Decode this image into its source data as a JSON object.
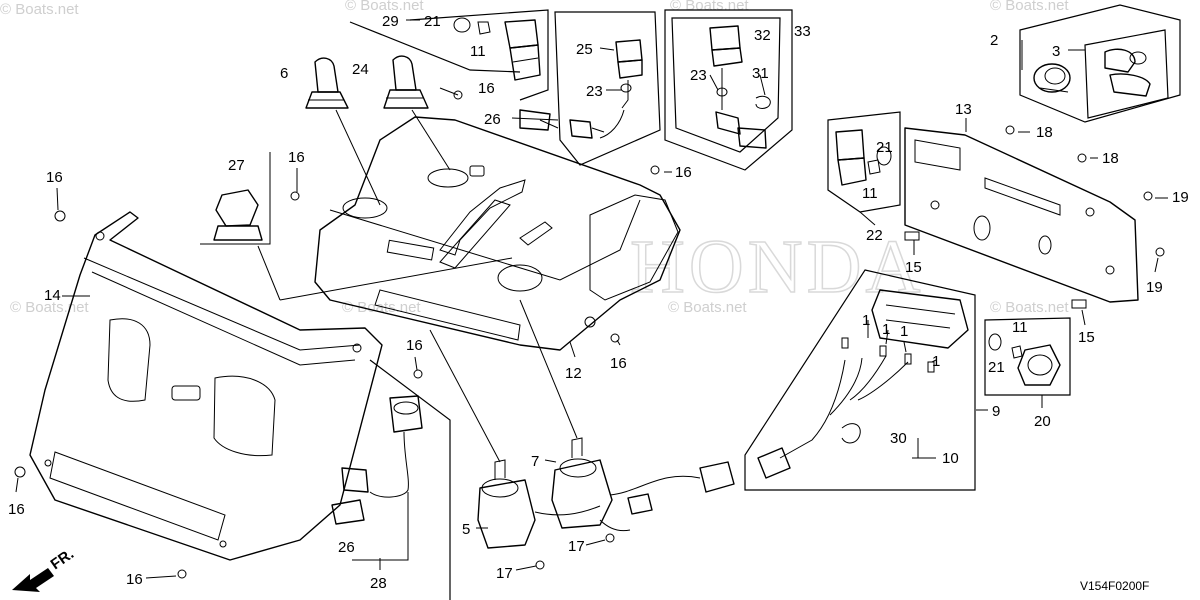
{
  "watermark_text": "© Boats.net",
  "brand_watermark": "HONDA",
  "drawing_code": "V154F0200F",
  "front_arrow_label": "FR.",
  "callouts": {
    "c1a": "1",
    "c1b": "1",
    "c1c": "1",
    "c1d": "1",
    "c2": "2",
    "c3": "3",
    "c5": "5",
    "c6": "6",
    "c7": "7",
    "c9": "9",
    "c10": "10",
    "c11a": "11",
    "c11b": "11",
    "c11c": "11",
    "c12": "12",
    "c13": "13",
    "c14": "14",
    "c15a": "15",
    "c15b": "15",
    "c16a": "16",
    "c16b": "16",
    "c16c": "16",
    "c16d": "16",
    "c16e": "16",
    "c16f": "16",
    "c16g": "16",
    "c16h": "16",
    "c17a": "17",
    "c17b": "17",
    "c18a": "18",
    "c18b": "18",
    "c19a": "19",
    "c19b": "19",
    "c20": "20",
    "c21a": "21",
    "c21b": "21",
    "c21c": "21",
    "c22": "22",
    "c23a": "23",
    "c23b": "23",
    "c24": "24",
    "c25": "25",
    "c26a": "26",
    "c26b": "26",
    "c27": "27",
    "c28": "28",
    "c29": "29",
    "c30": "30",
    "c31": "31",
    "c32": "32",
    "c33": "33"
  }
}
